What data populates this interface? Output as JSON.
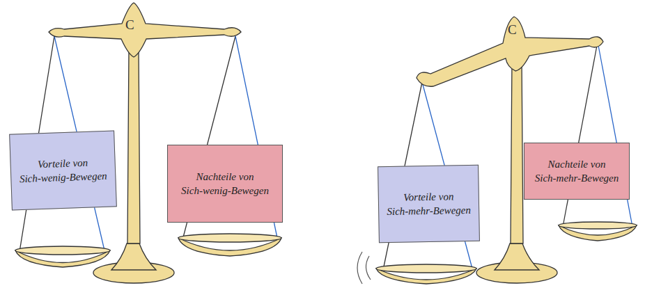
{
  "diagram": {
    "nodes": [
      {
        "text": [
          "Vorteile von Sich-wenig-Bewegen"
        ]
      },
      {
        "text": [
          "Nachteile von Sich-wenig-Bewegen"
        ]
      },
      {
        "text": [
          "Vorteile von Sich-mehr-Bewegen"
        ]
      },
      {
        "text": [
          "Nachteile von Sich-mehr-Bewegen"
        ]
      }
    ],
    "labels": [
      "C",
      "C"
    ]
  }
}
